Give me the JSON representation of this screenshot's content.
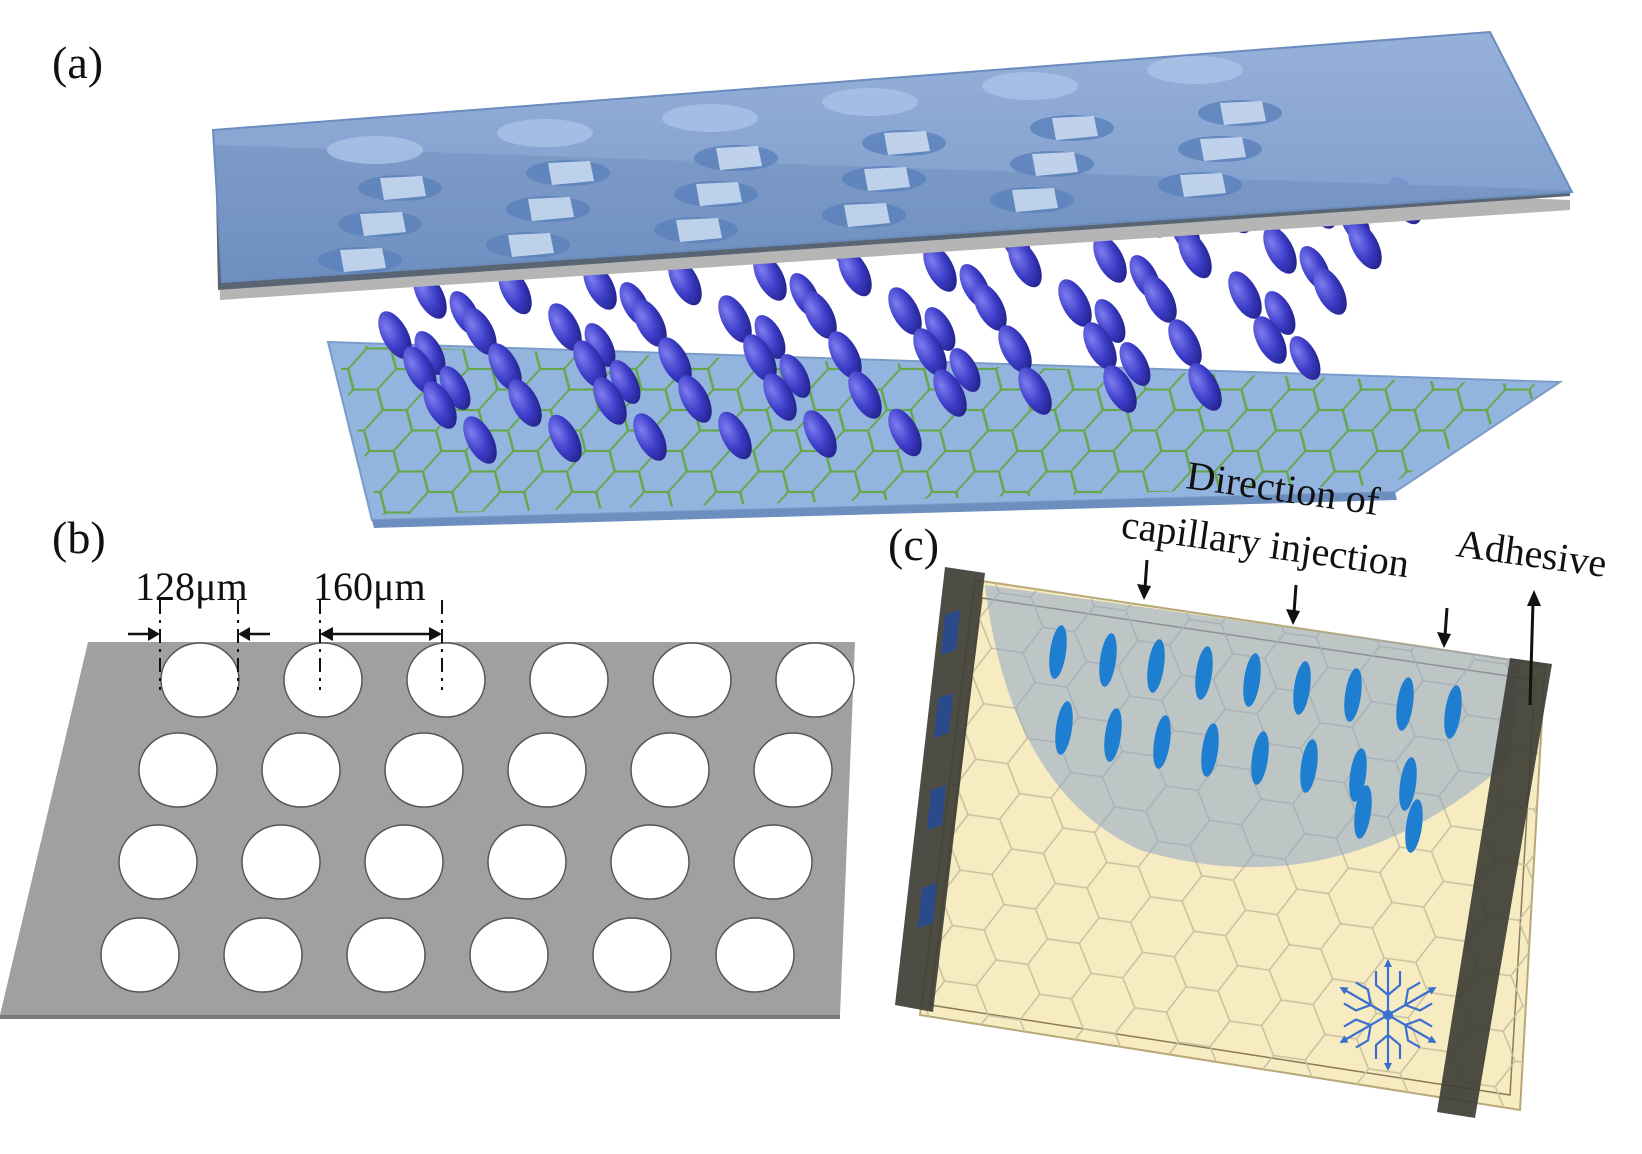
{
  "panels": {
    "a": {
      "label": "(a)"
    },
    "b": {
      "label": "(b)",
      "dimensions": [
        {
          "value": "128μm"
        },
        {
          "value": "160μm"
        }
      ],
      "hole_rows": 4,
      "hole_cols": 6
    },
    "c": {
      "label": "(c)",
      "annotation_direction_line1": "Direction of",
      "annotation_direction_line2": "capillary injection",
      "annotation_adhesive": "Adhesive"
    }
  },
  "colors": {
    "glass_blue": "#6f95c8",
    "glass_blue_light": "#9db9e0",
    "liquid_crystal": "#3f3fd0",
    "honeycomb_green": "#5fa040",
    "mask_gray": "#9c9c9c",
    "substrate_cream": "#f7ebc2",
    "adhesive_dark": "#3e3e36",
    "lc_cell_blue": "#1e7fd0",
    "snowflake_blue": "#3a6fd0"
  }
}
